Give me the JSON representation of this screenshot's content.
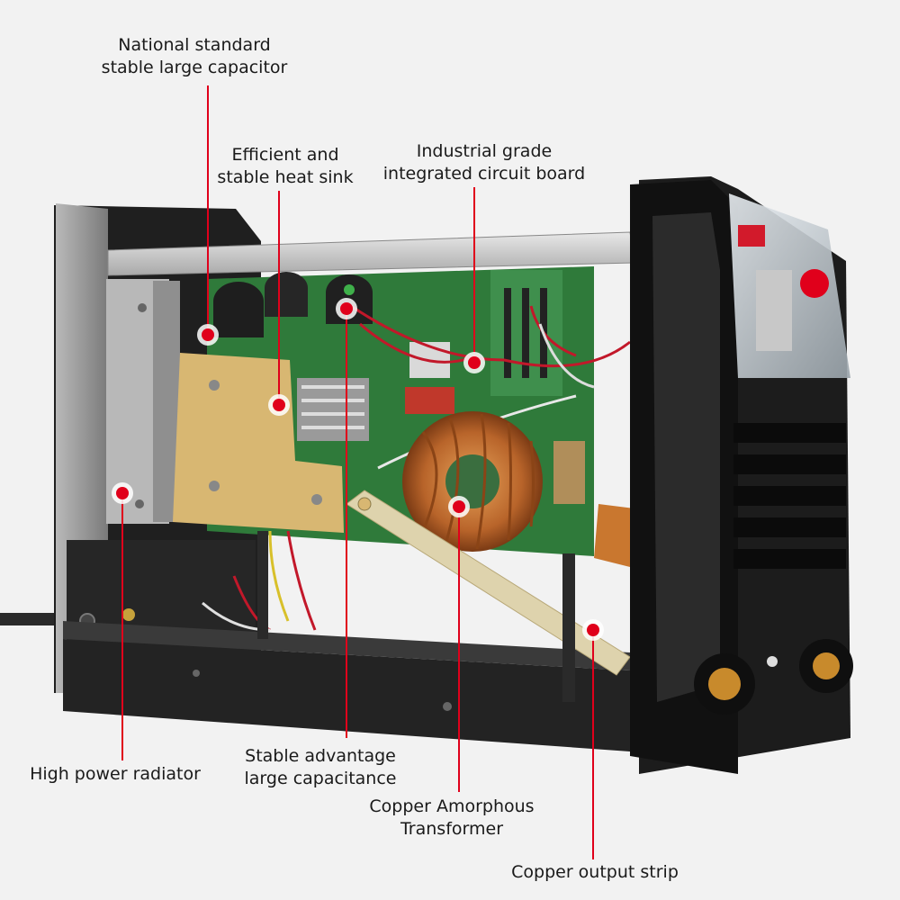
{
  "labels": {
    "capacitor": {
      "line1": "National standard",
      "line2": "stable large capacitor"
    },
    "heat_sink": {
      "line1": "Efficient and",
      "line2": "stable heat sink"
    },
    "circuit_board": {
      "line1": "Industrial grade",
      "line2": "integrated circuit board"
    },
    "radiator": {
      "line1": "High power radiator"
    },
    "capacitance": {
      "line1": "Stable advantage",
      "line2": "large capacitance"
    },
    "transformer": {
      "line1": "Copper Amorphous",
      "line2": "Transformer"
    },
    "output_strip": {
      "line1": "Copper output strip"
    }
  },
  "colors": {
    "callout": "#e0001b",
    "background": "#f2f2f2",
    "casing": "#1c1c1c",
    "copper": "#c9772f",
    "pcb": "#2f7a3a"
  }
}
